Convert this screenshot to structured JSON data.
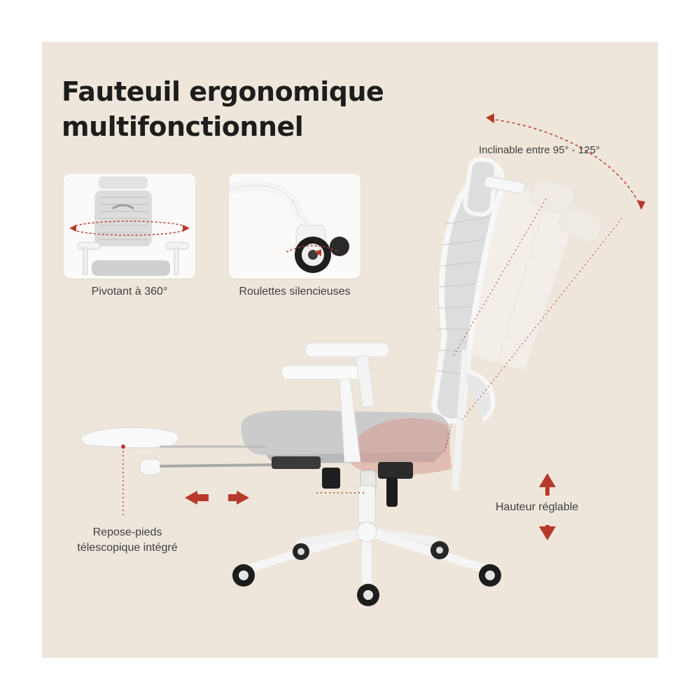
{
  "title": {
    "line1": "Fauteuil ergonomique",
    "line2": "multifonctionnel"
  },
  "features": {
    "swivel": {
      "label": "Pivotant à 360°",
      "icon": "swivel-chair-icon"
    },
    "wheels": {
      "label": "Roulettes silencieuses",
      "icon": "caster-wheel-icon"
    },
    "recline": {
      "label": "Inclinable entre 95° - 125°",
      "icon": "recline-arrow-icon"
    },
    "height": {
      "label": "Hauteur réglable",
      "icon": "height-arrows-icon"
    },
    "footrest": {
      "label_line1": "Repose-pieds",
      "label_line2": "télescopique intégré",
      "icon": "footrest-arrows-icon"
    }
  },
  "colors": {
    "background": "#eee6da",
    "accent": "#b7392c",
    "frame": "#f7f7f7",
    "mesh": "#c8c8c8",
    "cushion": "#c9c9c9",
    "text": "#1d1d1d"
  }
}
